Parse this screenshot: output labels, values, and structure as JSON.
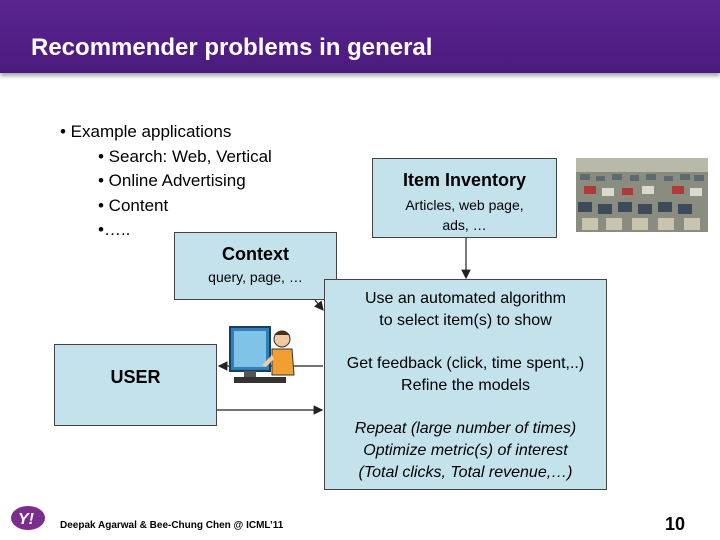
{
  "slide": {
    "title": "Recommender problems in general",
    "bullets": [
      {
        "text": "• Example applications",
        "level": 1
      },
      {
        "text": "• Search: Web, Vertical",
        "level": 2
      },
      {
        "text": "• Online Advertising",
        "level": 2
      },
      {
        "text": "• Content",
        "level": 2
      },
      {
        "text": "•…..",
        "level": 2
      }
    ],
    "item_inventory": {
      "heading": "Item Inventory",
      "line1": "Articles, web page,",
      "line2": "ads, …"
    },
    "context": {
      "heading": "Context",
      "sub": "query, page, …"
    },
    "user": {
      "label": "USER"
    },
    "algorithm": {
      "line1": "Use an automated algorithm",
      "line2": "to select item(s) to show",
      "line3": "Get feedback (click, time spent,..)",
      "line4": "Refine the models",
      "line5": "Repeat (large number of times)",
      "line6": "Optimize metric(s) of interest",
      "line7": "(Total clicks, Total revenue,…)"
    },
    "footer": "Deepak Agarwal & Bee-Chung Chen @ ICML’11",
    "page_number": "10",
    "logo_text": "Y!",
    "colors": {
      "header": "#4f1f84",
      "box": "#c3e2ec"
    }
  }
}
